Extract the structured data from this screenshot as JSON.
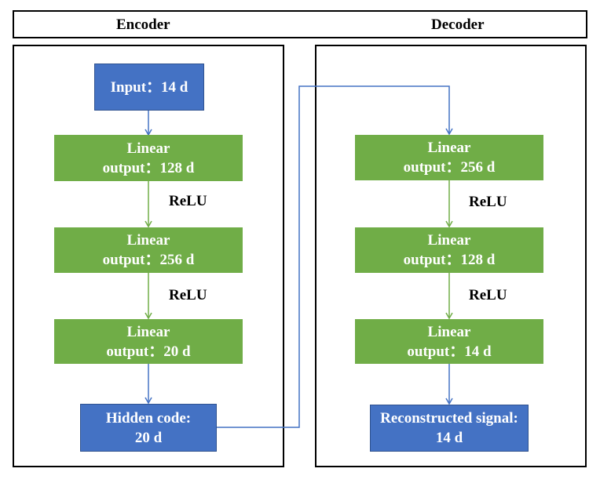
{
  "header": {
    "encoder_label": "Encoder",
    "decoder_label": "Decoder"
  },
  "encoder": {
    "input": "Input：14 d",
    "layer1": {
      "line1": "Linear",
      "line2": "output：128 d"
    },
    "relu1": "ReLU",
    "layer2": {
      "line1": "Linear",
      "line2": "output：256 d"
    },
    "relu2": "ReLU",
    "layer3": {
      "line1": "Linear",
      "line2": "output：20 d"
    },
    "hidden": {
      "line1": "Hidden code:",
      "line2": "20 d"
    }
  },
  "decoder": {
    "layer1": {
      "line1": "Linear",
      "line2": "output：256 d"
    },
    "relu1": "ReLU",
    "layer2": {
      "line1": "Linear",
      "line2": "output：128 d"
    },
    "relu2": "ReLU",
    "layer3": {
      "line1": "Linear",
      "line2": "output：14 d"
    },
    "output": {
      "line1": "Reconstructed signal:",
      "line2": "14 d"
    }
  },
  "colors": {
    "linear_fill": "#70ad47",
    "io_fill": "#4472c4",
    "blue_arrow": "#4472c4",
    "green_arrow": "#70ad47"
  }
}
